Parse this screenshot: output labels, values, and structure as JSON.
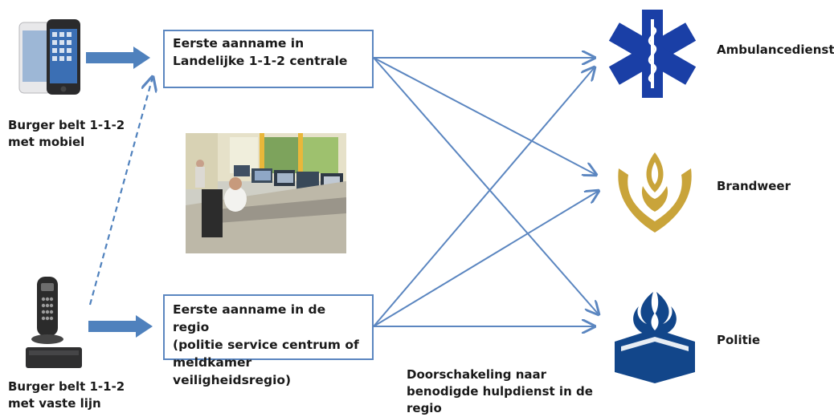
{
  "callers": {
    "mobile_label_line1": "Burger belt 1-1-2",
    "mobile_label_line2": "met mobiel",
    "landline_label_line1": "Burger belt 1-1-2",
    "landline_label_line2": "met vaste lijn"
  },
  "boxes": {
    "national_line1": "Eerste aanname in",
    "national_line2": "Landelijke 1-1-2 centrale",
    "regional_line1": "Eerste aanname in de regio",
    "regional_line2": "(politie service centrum of",
    "regional_line3": "meldkamer veiligheidsregio)"
  },
  "services": {
    "ambulance": "Ambulancedienst",
    "fire": "Brandweer",
    "police": "Politie"
  },
  "note": {
    "line1": "Doorschakeling naar",
    "line2": "benodigde hulpdienst in de",
    "line3": "regio"
  },
  "colors": {
    "arrow": "#4f81bd",
    "ambulance": "#1a3fa6",
    "fire": "#c9a43a",
    "police": "#12468a"
  }
}
